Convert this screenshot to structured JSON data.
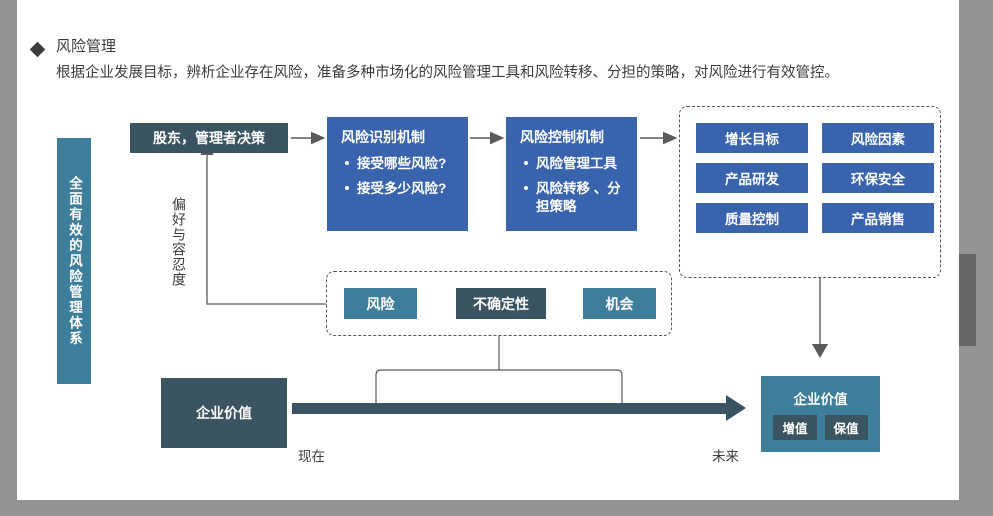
{
  "header": {
    "bullet_icon": "diamond-bullet-icon",
    "title": "风险管理",
    "subtitle": "根据企业发展目标，辨析企业存在风险，准备多种市场化的风险管理工具和风险转移、分担的策略，对风险进行有效管控。"
  },
  "spine": {
    "label": "全面有效的风险管理体系"
  },
  "flow": {
    "decision_box": "股东，管理者决策",
    "feedback_label": "偏好与容忍度",
    "process_1": {
      "title": "风险识别机制",
      "bullets": [
        "接受哪些风险?",
        "接受多少风险?"
      ]
    },
    "process_2": {
      "title": "风险控制机制",
      "bullets": [
        "风险管理工具",
        "风险转移 、分担策略"
      ]
    }
  },
  "objectives_grid": {
    "items": [
      "增长目标",
      "风险因素",
      "产品研发",
      "环保安全",
      "质量控制",
      "产品销售"
    ]
  },
  "middle_group": {
    "items": [
      {
        "label": "风险",
        "highlighted": false
      },
      {
        "label": "不确定性",
        "highlighted": true
      },
      {
        "label": "机会",
        "highlighted": false
      }
    ]
  },
  "timeline": {
    "present_box": "企业价值",
    "present_label": "现在",
    "future_label": "未来",
    "future_box": {
      "title": "企业价值",
      "pills": [
        "增值",
        "保值"
      ]
    }
  },
  "colors": {
    "blue": "#3a63ae",
    "teal": "#3d7e9a",
    "dark_teal": "#3a5561",
    "gray_line": "#5a5a5a",
    "chrome_gray": "#939393",
    "scroll_thumb": "#666666"
  }
}
